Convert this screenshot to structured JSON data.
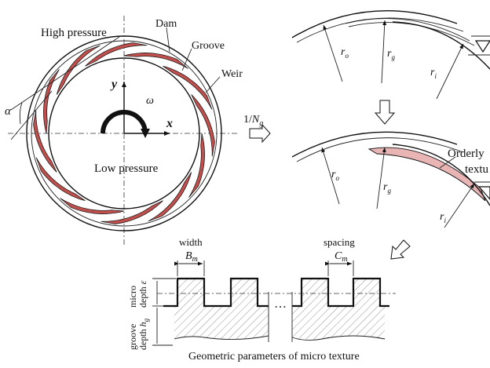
{
  "labels": {
    "high_pressure": "High pressure",
    "low_pressure": "Low pressure",
    "dam": "Dam",
    "groove": "Groove",
    "weir": "Weir",
    "alpha": "α",
    "omega": "ω",
    "axis_x": "x",
    "axis_y": "y",
    "fraction_prefix": "1/",
    "fraction_n": "N",
    "fraction_sub": "g",
    "r_o_top": "r",
    "r_o_top_sub": "o",
    "r_g_top": "r",
    "r_g_top_sub": "g",
    "r_i_top": "r",
    "r_i_top_sub": "i",
    "r_o_bot": "r",
    "r_o_bot_sub": "o",
    "r_g_bot": "r",
    "r_g_bot_sub": "g",
    "r_i_bot": "r",
    "r_i_bot_sub": "i",
    "orderly": "Orderly",
    "texture": "textu",
    "width": "width",
    "width_sym": "B",
    "width_sub": "m",
    "spacing": "spacing",
    "spacing_sym": "C",
    "spacing_sub": "m",
    "micro_depth_1": "micro",
    "micro_depth_2": "depth",
    "micro_depth_sym": "ε",
    "groove_depth_1": "groove",
    "groove_depth_2": "depth",
    "groove_depth_sym": "h",
    "groove_depth_sub": "g",
    "ellipsis": "…",
    "caption": "Geometric parameters of micro texture"
  },
  "colors": {
    "groove_fill": "#c0504d",
    "texture_fill": "#e8b4b4",
    "line": "#111111"
  },
  "icons": {
    "rotation_arrow": "rotation-arc-icon",
    "flow_arrow": "hollow-arrow-icon"
  }
}
